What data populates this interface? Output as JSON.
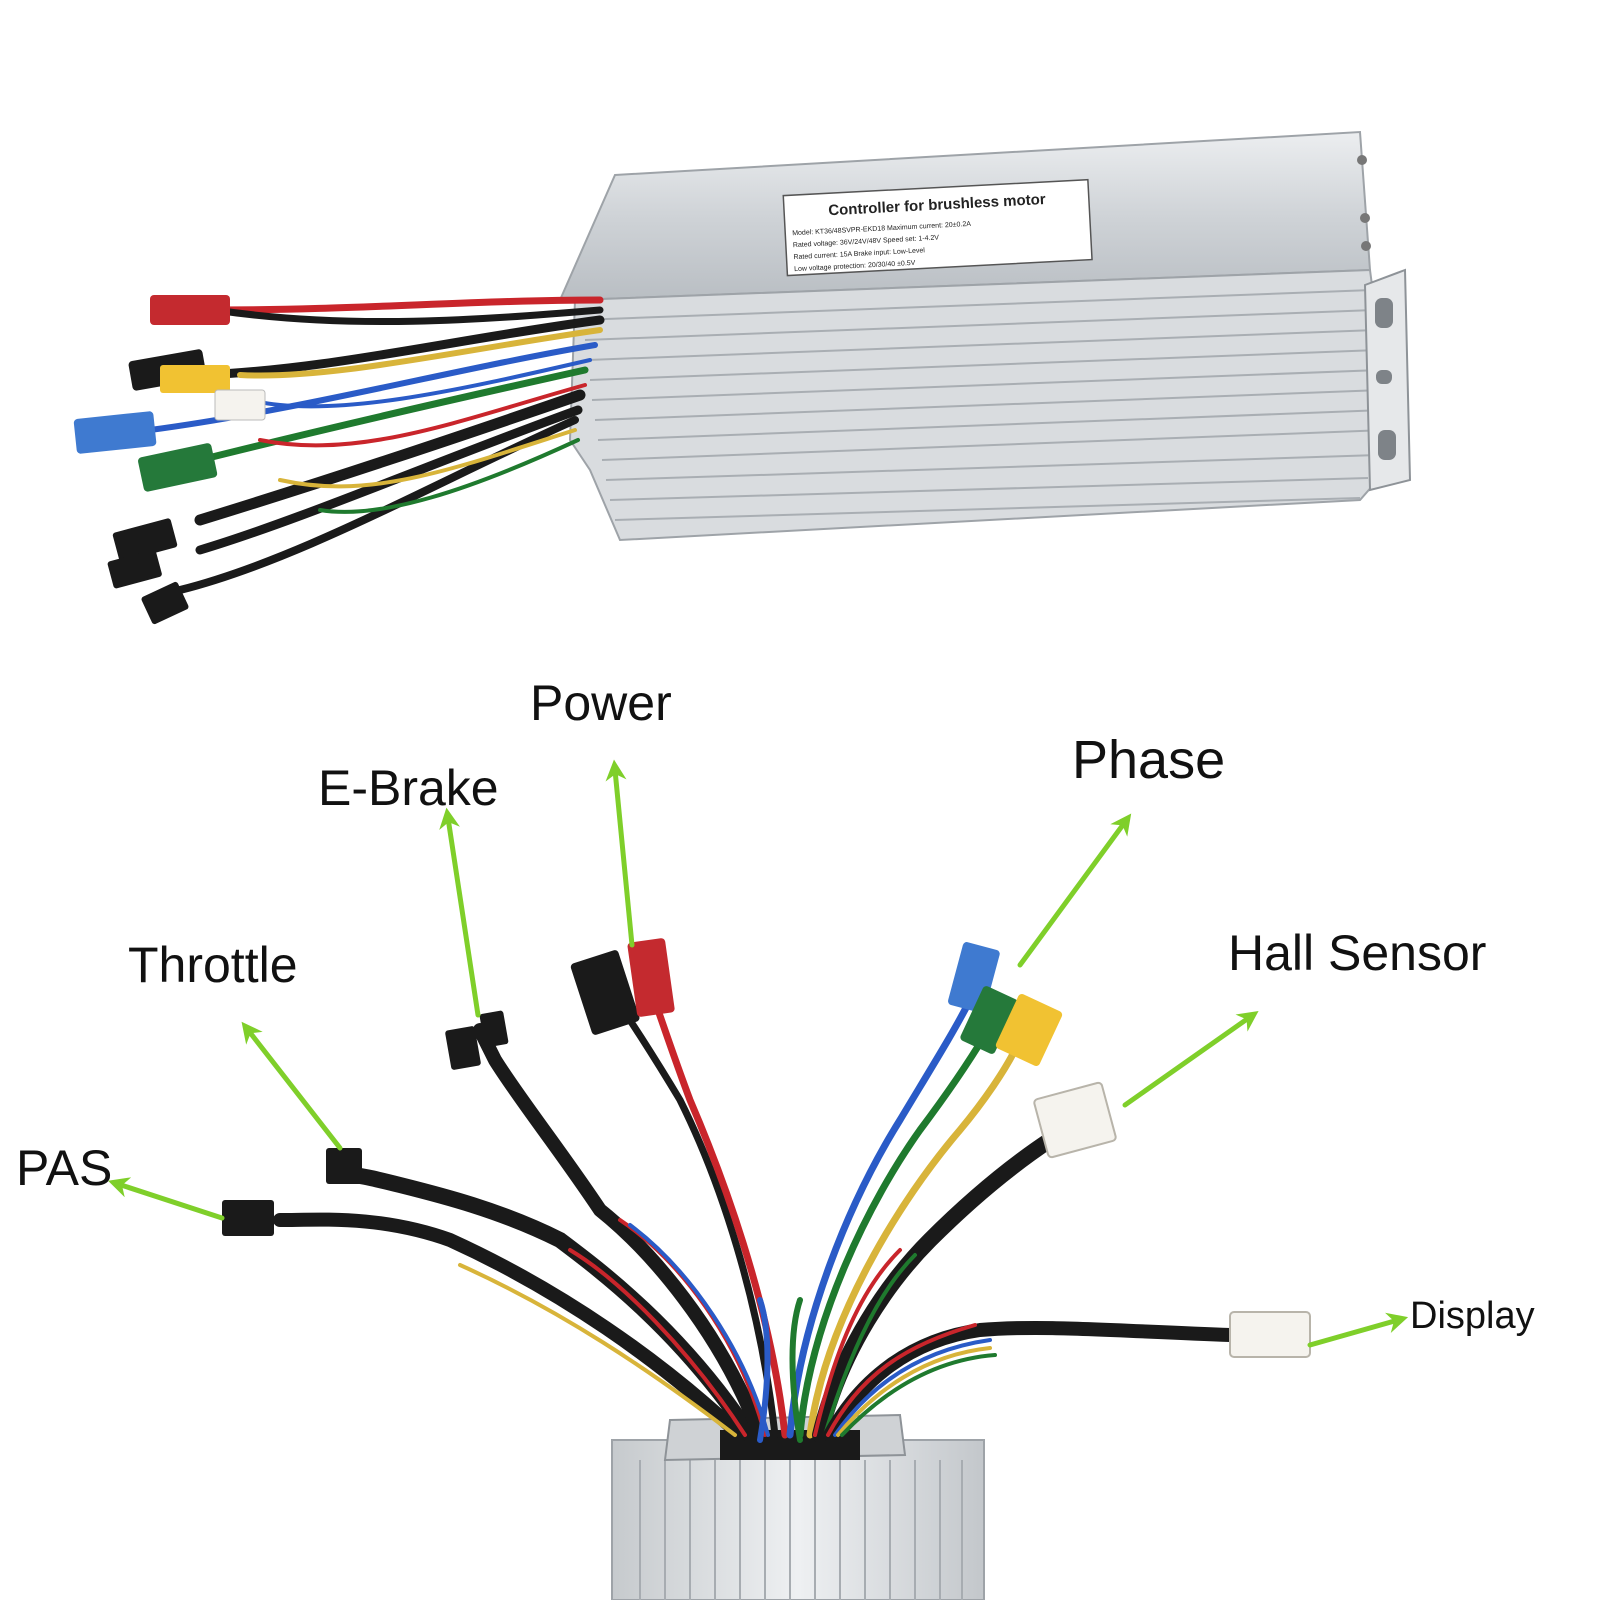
{
  "product": {
    "plate_title": "Controller for brushless motor",
    "plate_lines": [
      "Model: KT36/48SVPR-EKD18  Maximum current: 20±0.2A",
      "Rated voltage: 36V/24V/48V  Speed set: 1-4.2V",
      "Rated current: 15A  Brake input: Low-Level",
      "Low voltage protection: 20/30/40 ±0.5V"
    ]
  },
  "labels": {
    "power": "Power",
    "ebrake": "E-Brake",
    "phase": "Phase",
    "throttle": "Throttle",
    "hall_sensor": "Hall Sensor",
    "pas": "PAS",
    "display": "Display"
  },
  "colors": {
    "arrow": "#7fcf2a",
    "wire_red": "#c9252b",
    "wire_black": "#1a1a1a",
    "wire_blue": "#2a5bc7",
    "wire_green": "#1f7a2e",
    "wire_yellow": "#d8b43a",
    "connector_blue": "#3f7ad0",
    "connector_green": "#25793a",
    "connector_yellow": "#f1c232",
    "connector_red": "#c42a2f",
    "housing": "#d7dadd"
  }
}
